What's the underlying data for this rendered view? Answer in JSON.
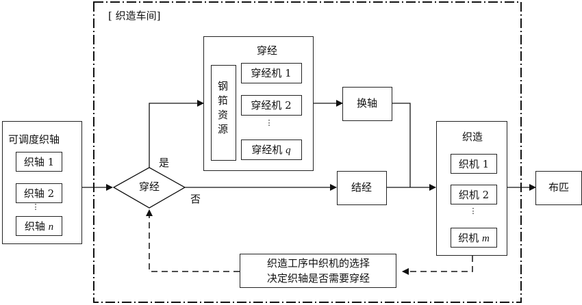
{
  "workshop_label": "[ 织造车间]",
  "schedulable_beams": {
    "title": "可调度织轴",
    "items": [
      "织轴 1",
      "织轴 2",
      "织轴 n"
    ],
    "ellipsis": "⋮"
  },
  "decision": {
    "label": "穿经",
    "yes_label": "是",
    "no_label": "否"
  },
  "drawing_in": {
    "title": "穿经",
    "resource_label": "钢筘资源",
    "machines": [
      "穿经机 1",
      "穿经机 2",
      "穿经机 q"
    ],
    "ellipsis": "⋮"
  },
  "beam_change": {
    "label": "换轴"
  },
  "tying": {
    "label": "结经"
  },
  "weaving": {
    "title": "织造",
    "looms": [
      "织机 1",
      "织机 2",
      "织机 m"
    ],
    "ellipsis": "⋮"
  },
  "output": {
    "label": "布匹"
  },
  "feedback_note": {
    "line1": "织造工序中织机的选择",
    "line2": "决定织轴是否需要穿经"
  }
}
